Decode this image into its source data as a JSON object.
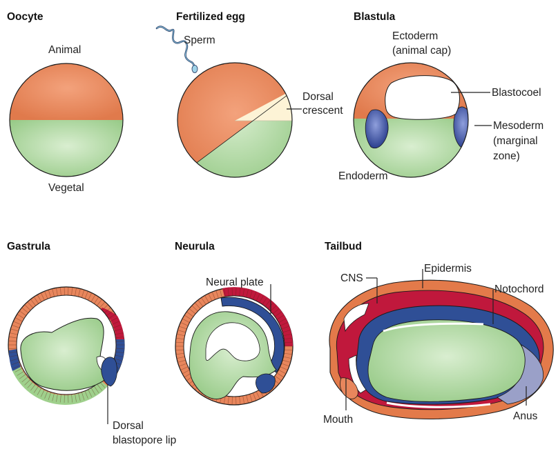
{
  "colors": {
    "ectoderm": "#e8865c",
    "endoderm": "#9fd08c",
    "mesoderm_blue": "#2f4f96",
    "neural_red": "#c0183c",
    "dorsal_crescent": "#fdf5d8",
    "epidermis": "#e37a4a",
    "notochord_grey": "#9aa0c8"
  },
  "panels": {
    "oocyte": {
      "title": "Oocyte",
      "animal": "Animal",
      "vegetal": "Vegetal"
    },
    "fertilized": {
      "title": "Fertilized egg",
      "sperm": "Sperm",
      "dorsal_1": "Dorsal",
      "dorsal_2": "crescent"
    },
    "blastula": {
      "title": "Blastula",
      "ectoderm_1": "Ectoderm",
      "ectoderm_2": "(animal cap)",
      "blastocoel": "Blastocoel",
      "mesoderm_1": "Mesoderm",
      "mesoderm_2": "(marginal",
      "mesoderm_3": "zone)",
      "endoderm": "Endoderm"
    },
    "gastrula": {
      "title": "Gastrula",
      "lip_1": "Dorsal",
      "lip_2": "blastopore lip"
    },
    "neurula": {
      "title": "Neurula",
      "neural_plate": "Neural plate"
    },
    "tailbud": {
      "title": "Tailbud",
      "cns": "CNS",
      "epidermis": "Epidermis",
      "notochord": "Notochord",
      "mouth": "Mouth",
      "anus": "Anus"
    }
  }
}
